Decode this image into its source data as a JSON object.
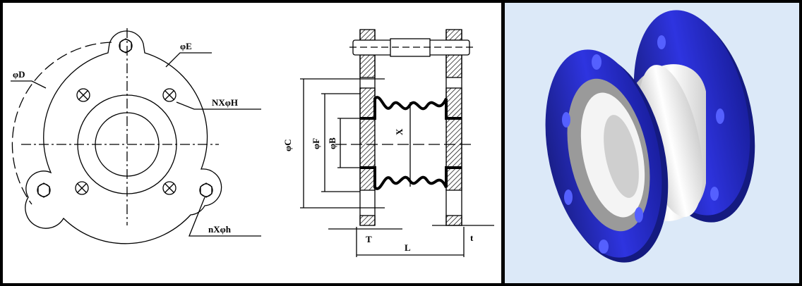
{
  "front_view": {
    "labels": {
      "outer_dia": "φE",
      "bolt_circle": "φD",
      "flange_holes": "NXφH",
      "tie_rod_holes": "nXφh"
    }
  },
  "section_view": {
    "labels": {
      "flange_od": "φC",
      "raised_face": "φF",
      "bore": "φB",
      "bellows": "X",
      "flange_thickness": "T",
      "length": "L",
      "lining_thickness": "t"
    }
  },
  "render_view": {
    "colors": {
      "flange": "#2a2fd0",
      "liner": "#f4f4f4",
      "background": "#dce9f8"
    }
  }
}
